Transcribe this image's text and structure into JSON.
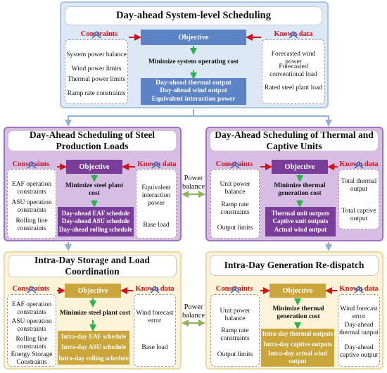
{
  "top": {
    "title": "Day-ahead System-level Scheduling",
    "constraints_label": "Constraints",
    "known_label": "Known data",
    "objective": "Objective",
    "minimize": "Minimize system operating cost",
    "constraints": [
      "System power balance",
      "Wind power limits",
      "Thermal power limits",
      "Ramp rate constraints"
    ],
    "known": [
      "Forecasted wind power",
      "Forecasted conventional load",
      "Rated steel plant load"
    ],
    "outputs": [
      "Day-ahead thermal output",
      "Day-ahead wind output",
      "Equivalent interaction power"
    ]
  },
  "mid_left": {
    "title": "Day-Ahead Scheduling of Steel Production Loads",
    "constraints_label": "Constraints",
    "known_label": "Known data",
    "objective": "Objective",
    "minimize": "Minimize steel plant cost",
    "constraints": [
      "EAF operation constraints",
      "ASU operation constraints",
      "Rolling line constraints"
    ],
    "known": [
      "Equivalent interaction power",
      "Base load"
    ],
    "outputs": [
      "Day-ahead EAF schedule",
      "Day-ahead ASU schedule",
      "Day-ahead rolling schedule"
    ]
  },
  "mid_right": {
    "title": "Day-Ahead Scheduling of Thermal and Captive Units",
    "constraints_label": "Constraints",
    "known_label": "Known data",
    "objective": "Objective",
    "minimize": "Minimize thermal generation cost",
    "constraints": [
      "Unit power balance",
      "Ramp rate constraints",
      "Output limits"
    ],
    "known": [
      "Total thermal output",
      "Total captive output"
    ],
    "outputs": [
      "Thermal unit outputs",
      "Captive unit outputs",
      "Actual wind output"
    ]
  },
  "bot_left": {
    "title": "Intra-Day Storage and Load Coordination",
    "constraints_label": "Constraints",
    "known_label": "Known data",
    "objective": "Objective",
    "minimize": "Minimize steel plant cost",
    "constraints": [
      "EAF operation constraints",
      "ASU operation constraints",
      "Rolling line constraints",
      "Energy Storage Constraints"
    ],
    "known": [
      "Wind forecast error",
      "Base load"
    ],
    "outputs": [
      "Intra-day EAF schedule",
      "Intra-day ASU schedule",
      "Intra-day rolling schedule"
    ]
  },
  "bot_right": {
    "title": "Intra-Day Generation Re-dispatch",
    "constraints_label": "Constraints",
    "known_label": "Known data",
    "objective": "Objective",
    "minimize": "Minimize thermal generation cost",
    "constraints": [
      "Unit power balance",
      "Ramp rate constraints",
      "Output limits"
    ],
    "known": [
      "Wind forecast error",
      "Day-ahead thermal output",
      "Day-ahead captive output"
    ],
    "outputs": [
      "Intra-day thermal outputs",
      "Intra-day captive outputs",
      "Intra-day actual wind output"
    ]
  },
  "balance_mid": "Power balance",
  "balance_bot": "Power balance",
  "colors": {
    "red": "#d4121b",
    "green": "#2bb24c",
    "blue": "#5b83c6",
    "purple": "#7a3d9a",
    "gold": "#c9a53a",
    "connector": "#8fb1d8"
  }
}
